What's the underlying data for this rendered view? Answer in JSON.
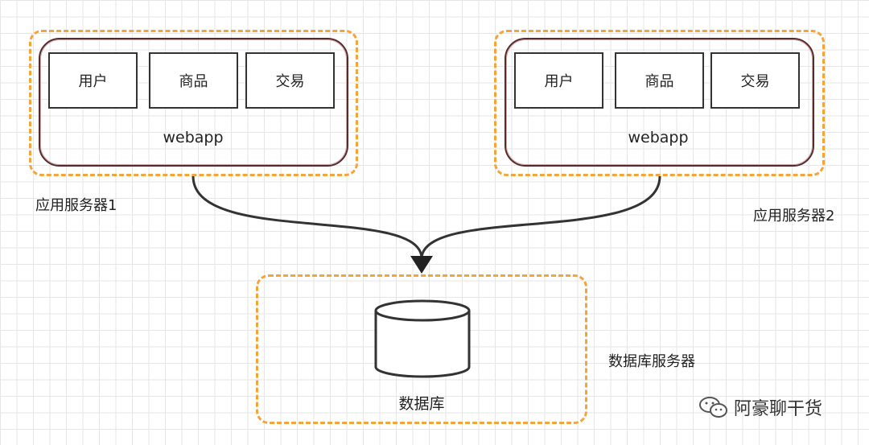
{
  "servers": [
    {
      "name": "应用服务器1",
      "webapp": "webapp",
      "modules": [
        "用户",
        "商品",
        "交易"
      ]
    },
    {
      "name": "应用服务器2",
      "webapp": "webapp",
      "modules": [
        "用户",
        "商品",
        "交易"
      ]
    }
  ],
  "database": {
    "server_label": "数据库服务器",
    "db_label": "数据库"
  },
  "watermark": {
    "text": "阿豪聊干货",
    "icon": "wechat-icon"
  },
  "colors": {
    "dashed_border": "#f5a43a",
    "webapp_border": "#5a2a2a",
    "arrow": "#333333"
  }
}
